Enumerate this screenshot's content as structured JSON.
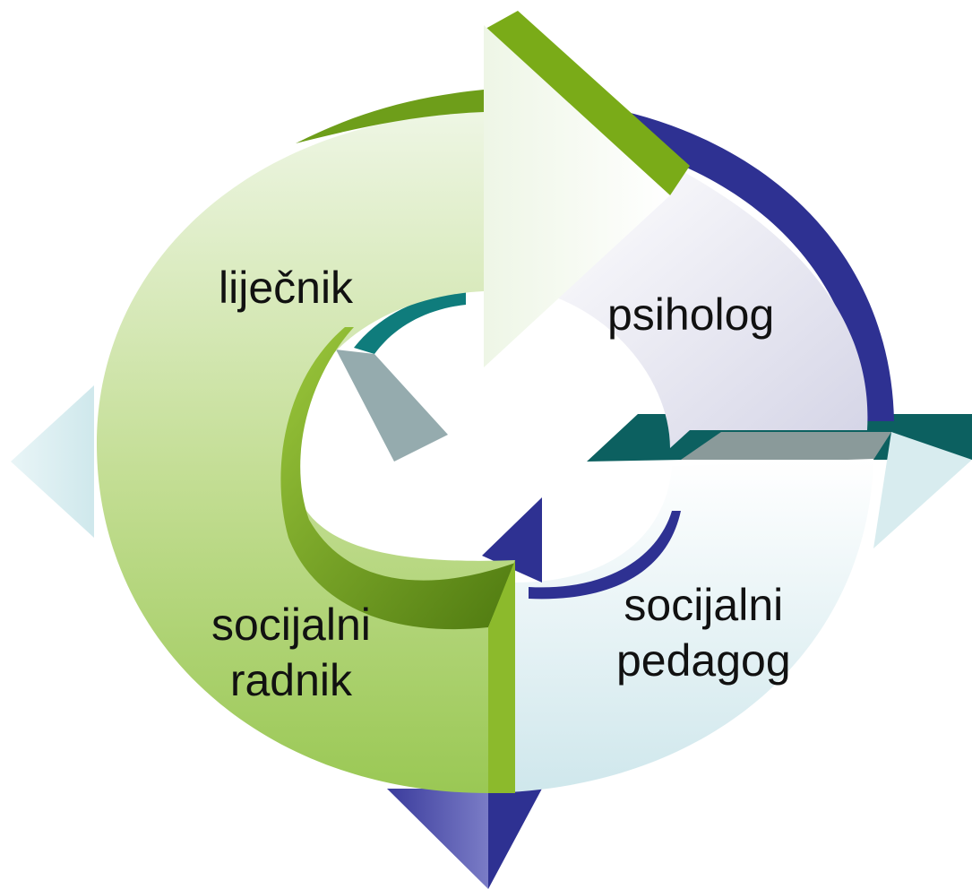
{
  "diagram": {
    "type": "cycle",
    "direction": "clockwise",
    "segments": [
      {
        "id": "lijecnik",
        "lines": [
          "liječnik"
        ],
        "color": "#8cba2c"
      },
      {
        "id": "psiholog",
        "lines": [
          "psiholog"
        ],
        "color": "#2e3192"
      },
      {
        "id": "socijalni-pedagog",
        "lines": [
          "socijalni",
          "pedagog"
        ],
        "color": "#0f7a7a"
      },
      {
        "id": "socijalni-radnik",
        "lines": [
          "socijalni",
          "radnik"
        ],
        "color": "#8cba2c"
      }
    ]
  },
  "colors": {
    "green": "#8cba2c",
    "green_light": "#e9f3dc",
    "navy": "#2e3192",
    "teal": "#0f6e6e",
    "lavender": "#dcdcec",
    "icy": "#d6ebee"
  }
}
